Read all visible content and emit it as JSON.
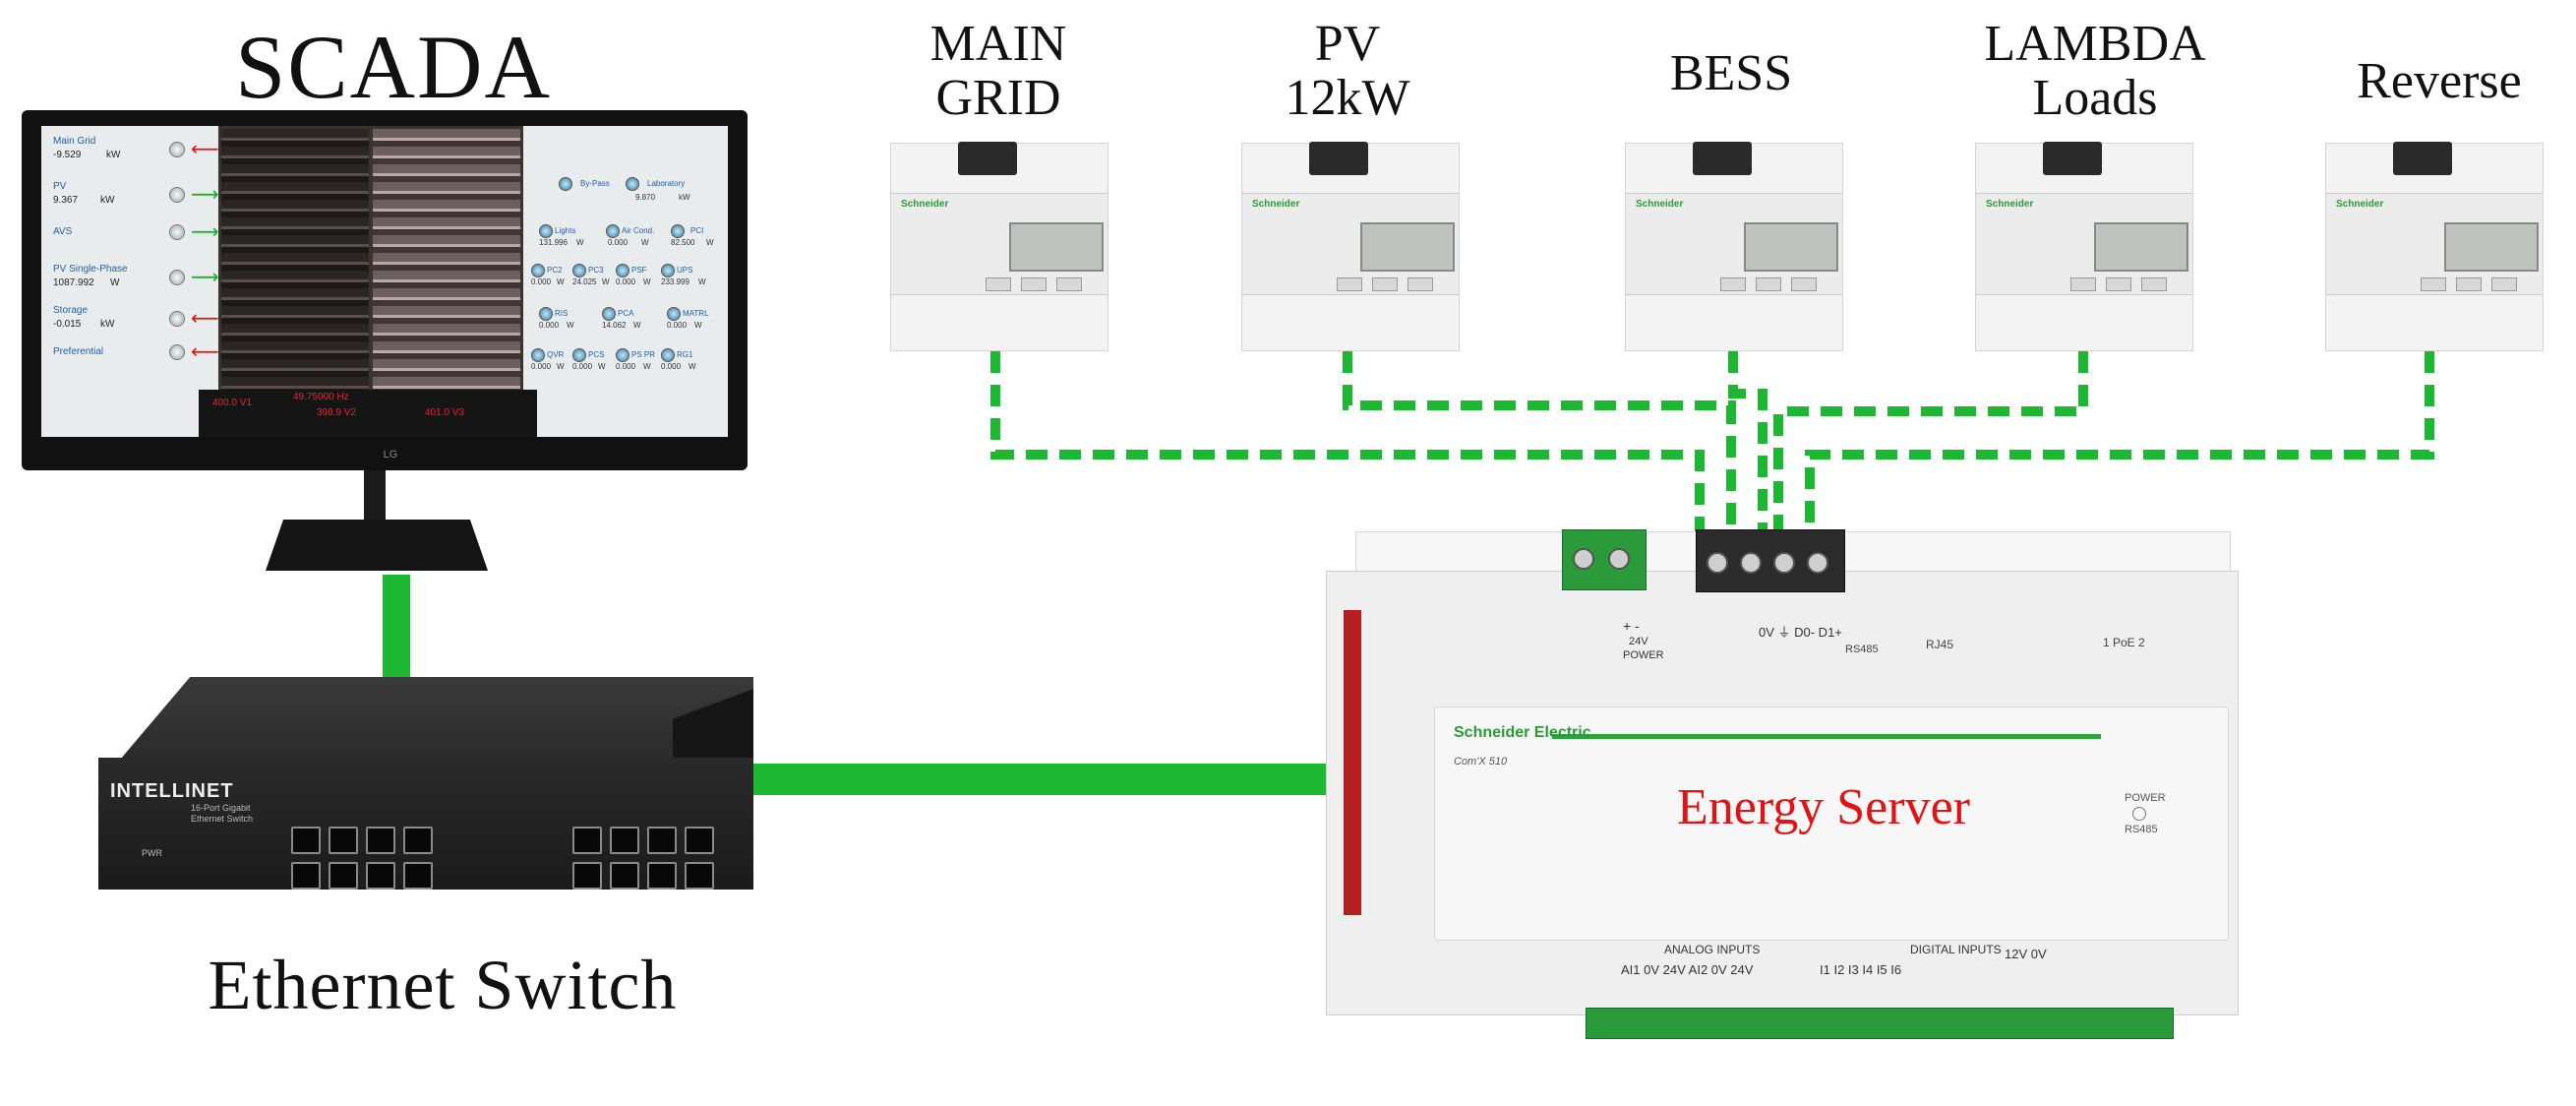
{
  "scada": {
    "title": "SCADA",
    "screen": {
      "left_panel": [
        {
          "label": "Main Grid",
          "value": "-9.529",
          "unit": "kW",
          "arrow": "left"
        },
        {
          "label": "PV",
          "value": "9.367",
          "unit": "kW",
          "arrow": "right"
        },
        {
          "label": "AVS",
          "value": "",
          "unit": "",
          "arrow": "right"
        },
        {
          "label": "PV Single-Phase",
          "value": "1087.992",
          "unit": "W",
          "arrow": "right"
        },
        {
          "label": "Storage",
          "value": "-0.015",
          "unit": "kW",
          "arrow": "left"
        },
        {
          "label": "Preferential",
          "value": "",
          "unit": "",
          "arrow": "left"
        }
      ],
      "right_panel": {
        "top": [
          {
            "label": "By-Pass"
          },
          {
            "label": "Laboratory",
            "value": "9.870",
            "unit": "kW"
          }
        ],
        "rows": [
          [
            {
              "label": "Lights",
              "value": "131.996",
              "unit": "W"
            },
            {
              "label": "Air Cond.",
              "value": "0.000",
              "unit": "W"
            },
            {
              "label": "PCI",
              "value": "82.500",
              "unit": "W"
            }
          ],
          [
            {
              "label": "PC2",
              "value": "0.000",
              "unit": "W"
            },
            {
              "label": "PC3",
              "value": "24.025",
              "unit": "W"
            },
            {
              "label": "PSF",
              "value": "0.000",
              "unit": "W"
            },
            {
              "label": "UPS",
              "value": "233.999",
              "unit": "W"
            }
          ],
          [
            {
              "label": "RIS",
              "value": "0.000",
              "unit": "W"
            },
            {
              "label": "PCA",
              "value": "14.062",
              "unit": "W"
            },
            {
              "label": "MATRL",
              "value": "0.000",
              "unit": "W"
            }
          ],
          [
            {
              "label": "QVR",
              "value": "0.000",
              "unit": "W"
            },
            {
              "label": "PCS",
              "value": "0.000",
              "unit": "W"
            },
            {
              "label": "PS PR",
              "value": "0.000",
              "unit": "W"
            },
            {
              "label": "RG1",
              "value": "0.000",
              "unit": "W"
            }
          ]
        ]
      },
      "bottom_readings": [
        "400.0 V1",
        "49.75000 Hz",
        "398.9 V2",
        "401.0 V3"
      ]
    },
    "monitor_logo": "LG"
  },
  "ethernet_switch": {
    "caption": "Ethernet Switch",
    "brand": "INTELLINET",
    "model_line1": "16-Port Gigabit",
    "model_line2": "Ethernet Switch",
    "pwr_label": "PWR"
  },
  "meters": [
    {
      "label_line1": "MAIN",
      "label_line2": "GRID",
      "brand": "Schneider"
    },
    {
      "label_line1": "PV",
      "label_line2": "12kW",
      "brand": "Schneider"
    },
    {
      "label_line1": "BESS",
      "label_line2": "",
      "brand": "Schneider"
    },
    {
      "label_line1": "LAMBDA",
      "label_line2": "Loads",
      "brand": "Schneider"
    },
    {
      "label_line1": "Reverse",
      "label_line2": "",
      "brand": "Schneider"
    }
  ],
  "energy_server": {
    "label": "Energy Server",
    "brand": "Schneider Electric",
    "model": "Com'X 510",
    "power_terms": "+  -",
    "power_label": "24V",
    "power_caption": "POWER",
    "rs485_terms": "0V  ⏚  D0-  D1+",
    "rs485_caption": "RS485",
    "rj45_caption": "RJ45",
    "eth_ports": "1 PoE   2",
    "status_power": "POWER",
    "status_rs485": "RS485",
    "analog_caption": "ANALOG INPUTS",
    "analog_terms": "AI1  0V  24V  AI2  0V  24V",
    "digital_caption": "DIGITAL INPUTS",
    "digital_terms": "I1  I2  I3  I4  I5  I6",
    "digital_extra": "12V   0V"
  },
  "colors": {
    "ethernet_link": "#1db832",
    "rs485_link": "#1db832",
    "server_label": "#e01414",
    "brand_green": "#2c9a37"
  }
}
